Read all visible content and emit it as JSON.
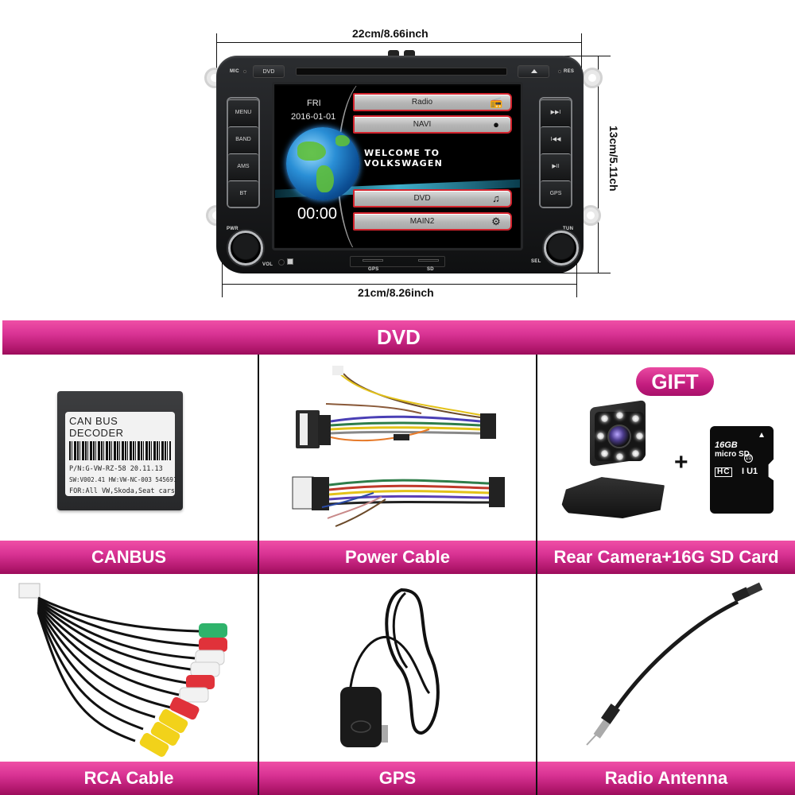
{
  "dimensions": {
    "top_width": "22cm/8.66inch",
    "bottom_width": "21cm/8.26inch",
    "height": "13cm/5.11ch"
  },
  "head_unit": {
    "top_bar": {
      "mic_label": "MIC",
      "res_label": "RES",
      "dvd_button": "DVD",
      "eject_icon": "eject-icon"
    },
    "left_buttons": [
      "MENU",
      "BAND",
      "AMS",
      "BT"
    ],
    "right_buttons": [
      {
        "icon": "next-track-icon",
        "glyph": "▶▶I"
      },
      {
        "icon": "previous-track-icon",
        "glyph": "I◀◀"
      },
      {
        "icon": "play-pause-icon",
        "glyph": "▶II"
      },
      {
        "label": "GPS"
      }
    ],
    "knobs": {
      "left_top_label": "PWR",
      "left_bottom_label": "VOL",
      "right_top_label": "TUN",
      "right_bottom_label": "SEL"
    },
    "bottom_slots": [
      "GPS",
      "SD"
    ],
    "screen": {
      "day": "FRI",
      "date": "2016-01-01",
      "time": "00:00",
      "welcome": "WELCOME TO VOLKSWAGEN",
      "menu_items": [
        {
          "label": "Radio",
          "icon": "radio-icon"
        },
        {
          "label": "NAVI",
          "icon": "compass-icon"
        },
        {
          "label": "DVD",
          "icon": "music-disc-icon"
        },
        {
          "label": "MAIN2",
          "icon": "gear-icon"
        }
      ]
    }
  },
  "section_header": "DVD",
  "gift_badge": "GIFT",
  "products": [
    {
      "label": "CANBUS"
    },
    {
      "label": "Power Cable"
    },
    {
      "label": "Rear Camera+16G SD Card"
    },
    {
      "label": "RCA Cable"
    },
    {
      "label": "GPS"
    },
    {
      "label": "Radio Antenna"
    }
  ],
  "canbus_label": {
    "title": "CAN BUS DECODER",
    "line1": "P/N:G-VW-RZ-58   20.11.13",
    "line2": "SW:V002.41 HW:VW-NC-003 545691",
    "line3": "FOR:All VW,Skoda,Seat cars"
  },
  "sd_card": {
    "capacity": "16GB",
    "brand": "micro SD",
    "class": "10",
    "type": "HC",
    "uhs": "I U1"
  },
  "colors": {
    "band_top": "#ef4fa6",
    "band_bottom": "#9c0c5b",
    "menu_border": "#d3242e",
    "unit_body": "#1a1b1d"
  }
}
